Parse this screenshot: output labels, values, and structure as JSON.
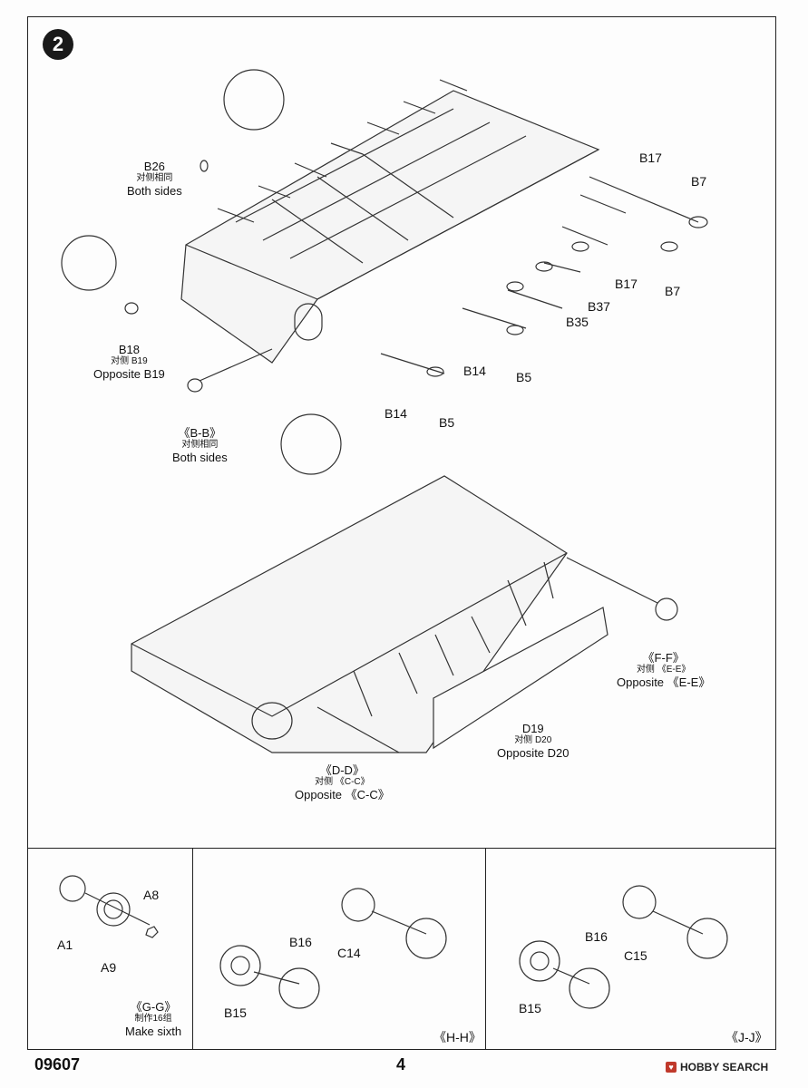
{
  "page": {
    "step_number": "2",
    "code": "09607",
    "page_number": "4",
    "brand": "HOBBY SEARCH"
  },
  "labels": {
    "b26": {
      "part": "B26",
      "cn": "对侧相同",
      "en": "Both sides"
    },
    "b18": {
      "part": "B18",
      "cn": "对侧 B19",
      "en": "Opposite B19"
    },
    "bb": {
      "part": "《B-B》",
      "cn": "对侧相同",
      "en": "Both sides"
    },
    "b17_top": "B17",
    "b7_top": "B7",
    "b17_mid": "B17",
    "b7_mid": "B7",
    "b37": "B37",
    "b35": "B35",
    "b14_mid": "B14",
    "b5_mid": "B5",
    "b14_low": "B14",
    "b5_low": "B5",
    "ff": {
      "part": "《F-F》",
      "line2": "对侧 《E-E》",
      "line3": "Opposite 《E-E》"
    },
    "d19": {
      "part": "D19",
      "cn": "对侧 D20",
      "en": "Opposite D20"
    },
    "dd": {
      "part": "《D-D》",
      "cn": "对侧 《C-C》",
      "en": "Opposite 《C-C》"
    }
  },
  "panels": {
    "gg": {
      "a8": "A8",
      "a1": "A1",
      "a9": "A9",
      "title": "《G-G》",
      "cn": "制作16组",
      "en": "Make sixth"
    },
    "hh": {
      "b16": "B16",
      "c14": "C14",
      "b15": "B15",
      "title": "《H-H》"
    },
    "jj": {
      "b16": "B16",
      "c15": "C15",
      "b15": "B15",
      "title": "《J-J》"
    }
  }
}
